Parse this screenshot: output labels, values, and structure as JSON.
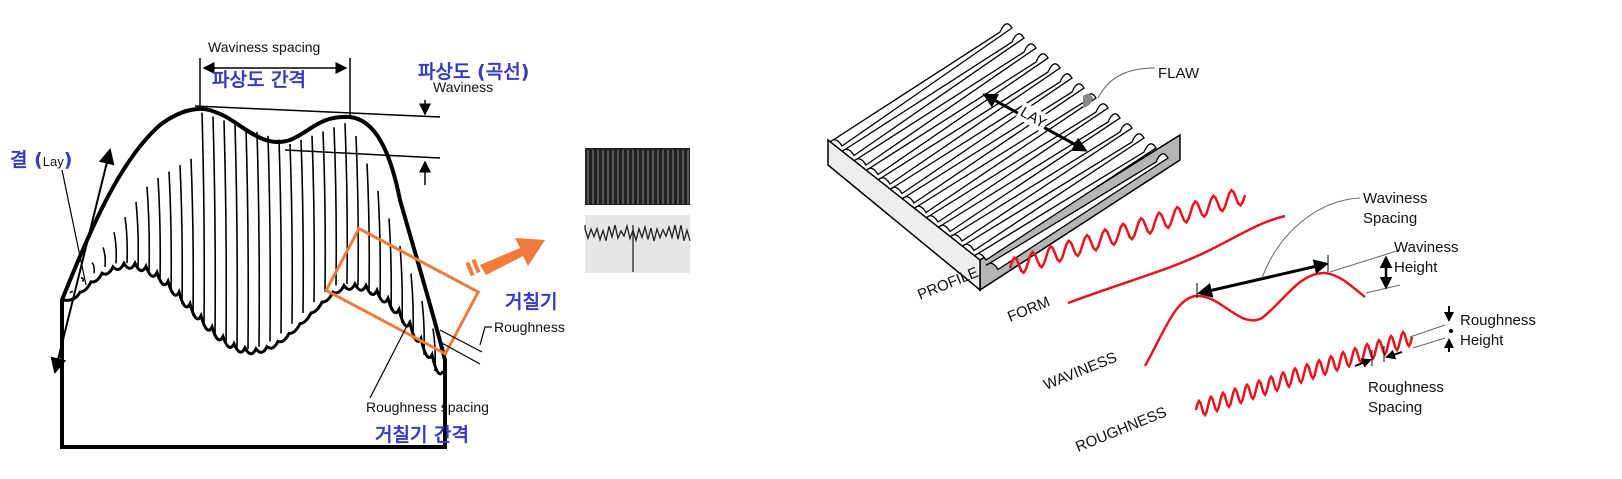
{
  "left": {
    "waviness_spacing": "Waviness spacing",
    "waviness_spacing_ko": "파상도 간격",
    "waviness_ko": "파상도 (곡선)",
    "waviness": "Waviness",
    "lay_ko": "결 (",
    "lay": "Lay",
    "lay_close": ")",
    "roughness_ko": "거칠기",
    "roughness": "Roughness",
    "roughness_spacing": "Roughness spacing",
    "roughness_spacing_ko": "거칠기 간격",
    "accent": "#f07a3a",
    "korean_color": "#3a3ac0"
  },
  "right": {
    "flaw": "FLAW",
    "lay": "LAY",
    "profile": "PROFILE",
    "form": "FORM",
    "waviness": "WAVINESS",
    "roughness": "ROUGHNESS",
    "waviness_spacing": [
      "Waviness",
      "Spacing"
    ],
    "waviness_height": [
      "Waviness",
      "Height"
    ],
    "roughness_height": [
      "Roughness",
      "Height"
    ],
    "roughness_spacing": [
      "Roughness",
      "Spacing"
    ],
    "curve_color": "#e8141c"
  }
}
